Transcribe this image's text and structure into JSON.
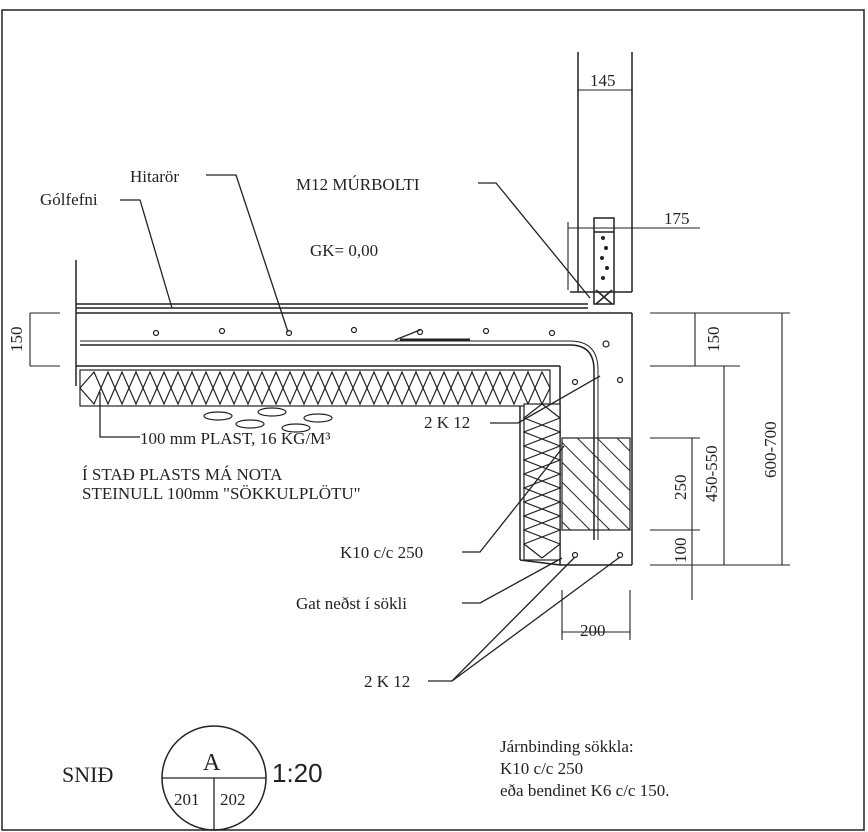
{
  "labels": {
    "hitaror": "Hitarör",
    "golfefni": "Gólfefni",
    "murbolti": "M12 MÚRBOLTI",
    "gk": "GK= 0,00",
    "plast": "100 mm PLAST, 16 KG/M³",
    "alt_line1": "Í STAÐ PLASTS MÁ NOTA",
    "alt_line2": "STEINULL 100mm \"SÖKKULPLÖTU\"",
    "k12_top": "2 K 12",
    "k10": "K10 c/c 250",
    "gat": "Gat neðst í sökli",
    "k12_bottom": "2 K 12"
  },
  "dimensions": {
    "d145": "145",
    "d175": "175",
    "d150_left": "150",
    "d150_right": "150",
    "d450_550": "450-550",
    "d600_700": "600-700",
    "d250": "250",
    "d100": "100",
    "d200": "200"
  },
  "title_block": {
    "title": "SNIÐ",
    "section_letter": "A",
    "sheet_left": "201",
    "sheet_right": "202",
    "scale": "1:20"
  },
  "notes": {
    "heading": "Járnbinding sökkla:",
    "line1": "K10 c/c 250",
    "line2": "eða bendinet K6 c/c 150."
  },
  "colors": {
    "ink": "#222222",
    "paper": "#ffffff"
  }
}
